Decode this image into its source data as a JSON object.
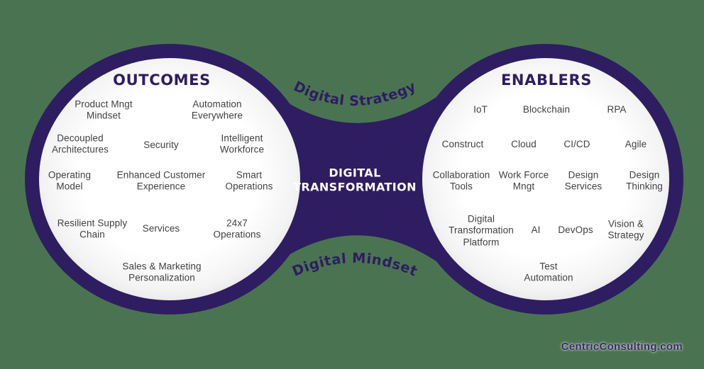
{
  "colors": {
    "background_green": "#4a7451",
    "brand_purple": "#2e1d60",
    "item_text": "#414042",
    "center_text": "#ffffff",
    "circle_fill": "#ffffff"
  },
  "center": {
    "title": "DIGITAL\nTRANSFORMATION",
    "top_ribbon": "Digital Strategy",
    "bottom_ribbon": "Digital Mindset"
  },
  "left_circle": {
    "title": "OUTCOMES",
    "items": [
      {
        "label": "Product Mngt\nMindset"
      },
      {
        "label": "Automation\nEverywhere"
      },
      {
        "label": "Decoupled\nArchitectures"
      },
      {
        "label": "Security"
      },
      {
        "label": "Intelligent\nWorkforce"
      },
      {
        "label": "Operating\nModel"
      },
      {
        "label": "Enhanced Customer\nExperience"
      },
      {
        "label": "Smart\nOperations"
      },
      {
        "label": "Resilient Supply\nChain"
      },
      {
        "label": "Services"
      },
      {
        "label": "24x7\nOperations"
      },
      {
        "label": "Sales & Marketing\nPersonalization"
      }
    ]
  },
  "right_circle": {
    "title": "ENABLERS",
    "items": [
      {
        "label": "IoT"
      },
      {
        "label": "Blockchain"
      },
      {
        "label": "RPA"
      },
      {
        "label": "Construct"
      },
      {
        "label": "Cloud"
      },
      {
        "label": "CI/CD"
      },
      {
        "label": "Agile"
      },
      {
        "label": "Collaboration\nTools"
      },
      {
        "label": "Work Force\nMngt"
      },
      {
        "label": "Design\nServices"
      },
      {
        "label": "Design\nThinking"
      },
      {
        "label": "Digital\nTransformation\nPlatform"
      },
      {
        "label": "AI"
      },
      {
        "label": "DevOps"
      },
      {
        "label": "Vision &\nStrategy"
      },
      {
        "label": "Test\nAutomation"
      }
    ]
  },
  "watermark": {
    "text": "CentricConsulting.com"
  }
}
